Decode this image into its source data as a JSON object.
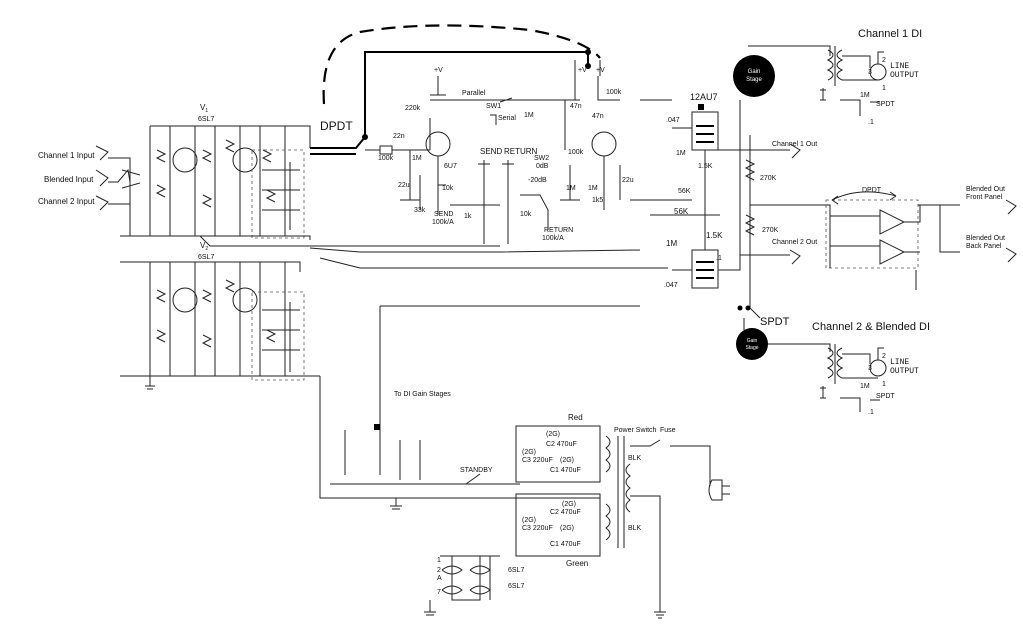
{
  "diagram": {
    "inputs": {
      "channel1": "Channel 1 Input",
      "blended": "Blended Input",
      "channel2": "Channel 2 Input"
    },
    "tubes": {
      "v1": "V",
      "v1_sub": "1",
      "v1_type": "6SL7",
      "v2": "V",
      "v2_sub": "2",
      "v2_type": "6SL7",
      "loop_tube": "6U7",
      "phase_tube": "12AU7",
      "heater1": "6SL7",
      "heater2": "6SL7"
    },
    "switches": {
      "dpdt": "DPDT",
      "parallel": "Parallel",
      "serial": "Serial",
      "sw1": "SW1",
      "sw2": "SW2",
      "db0": "0dB",
      "dbm20": "-20dB",
      "spdt": "SPDT",
      "spdt_di1": "SPDT",
      "spdt_di2": "SPDT",
      "standby": "STANDBY",
      "dpdt_small": "DPDT"
    },
    "loop": {
      "send": "SEND",
      "return": "RETURN",
      "send_pot": "SEND",
      "send_pot_val": "100k/A",
      "return_pot": "RETURN",
      "return_pot_val": "100k/A"
    },
    "components": {
      "c22n": "22n",
      "r100k_a": "100k",
      "r220k": "220k",
      "r1M_a": "1M",
      "r1M_b": "1M",
      "c22u_a": "22u",
      "r33k": "33k",
      "r10k_a": "10k",
      "r1k": "1k",
      "r10k_b": "10k",
      "c47n_a": "47n",
      "c47n_b": "47n",
      "r100k_b": "100k",
      "r100k_c": "100k",
      "r1M_c": "1M",
      "r1M_d": "1M",
      "r1k5": "1k5",
      "c22u_b": "22u",
      "c047_a": ".047",
      "r1M_e": "1M",
      "r1_5K_a": "1.5K",
      "r56K_a": "56K",
      "r56K_b": "56K",
      "r1M_f": "1M",
      "r1_5K_b": "1.5K",
      "c1": ".1",
      "c047_b": ".047",
      "r270K_a": "270K",
      "r270K_b": "270K",
      "r1M_di1": "1M",
      "r1M_di2": "1M",
      "c1_di1": ".1",
      "c1_di2": ".1"
    },
    "outputs": {
      "ch1_out": "Channel 1 Out",
      "ch2_out": "Channel 2 Out",
      "blend_front_1": "Blended Out",
      "blend_front_2": "Front Panel",
      "blend_back_1": "Blended Out",
      "blend_back_2": "Back Panel"
    },
    "di": {
      "ch1_title": "Channel 1 DI",
      "ch2_title": "Channel 2 & Blended DI",
      "gain_stage_1a": "Gain",
      "gain_stage_1b": "Stage",
      "gain_stage_2a": "Gain",
      "gain_stage_2b": "Stage",
      "line1": "LINE",
      "output1": "OUTPUT",
      "line2": "LINE",
      "output2": "OUTPUT",
      "pin1": "1",
      "pin2": "2",
      "pin3": "3"
    },
    "power": {
      "to_di": "To DI Gain Stages",
      "red": "Red",
      "green": "Green",
      "power_switch": "Power Switch",
      "fuse": "Fuse",
      "blk1": "BLK",
      "blk2": "BLK",
      "c2_top": "C2 470uF",
      "c1_top": "C1 470uF",
      "c3_top": "C3 220uF",
      "c2_bot": "C2 470uF",
      "c1_bot": "C1 470uF",
      "c3_bot": "C3 220uF",
      "q2g": "(2G)",
      "heater_pins": [
        "1",
        "2",
        "A",
        "7"
      ]
    }
  }
}
